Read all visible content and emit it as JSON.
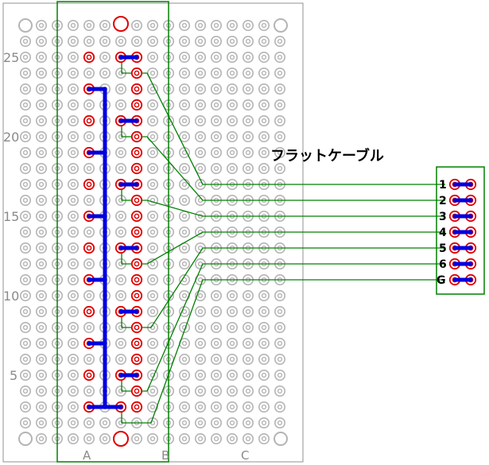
{
  "board": {
    "row_labels": [
      "25",
      "20",
      "15",
      "10",
      "5"
    ],
    "column_labels": [
      "A",
      "B",
      "C"
    ]
  },
  "cable": {
    "label": "フラットケーブル",
    "pins": [
      "1",
      "2",
      "3",
      "4",
      "5",
      "6",
      "G"
    ]
  },
  "colors": {
    "hole": "#b4b4b4",
    "pad": "#e00000",
    "wire": "#0000e0",
    "trace": "#008000",
    "board_outline": "#909090"
  }
}
